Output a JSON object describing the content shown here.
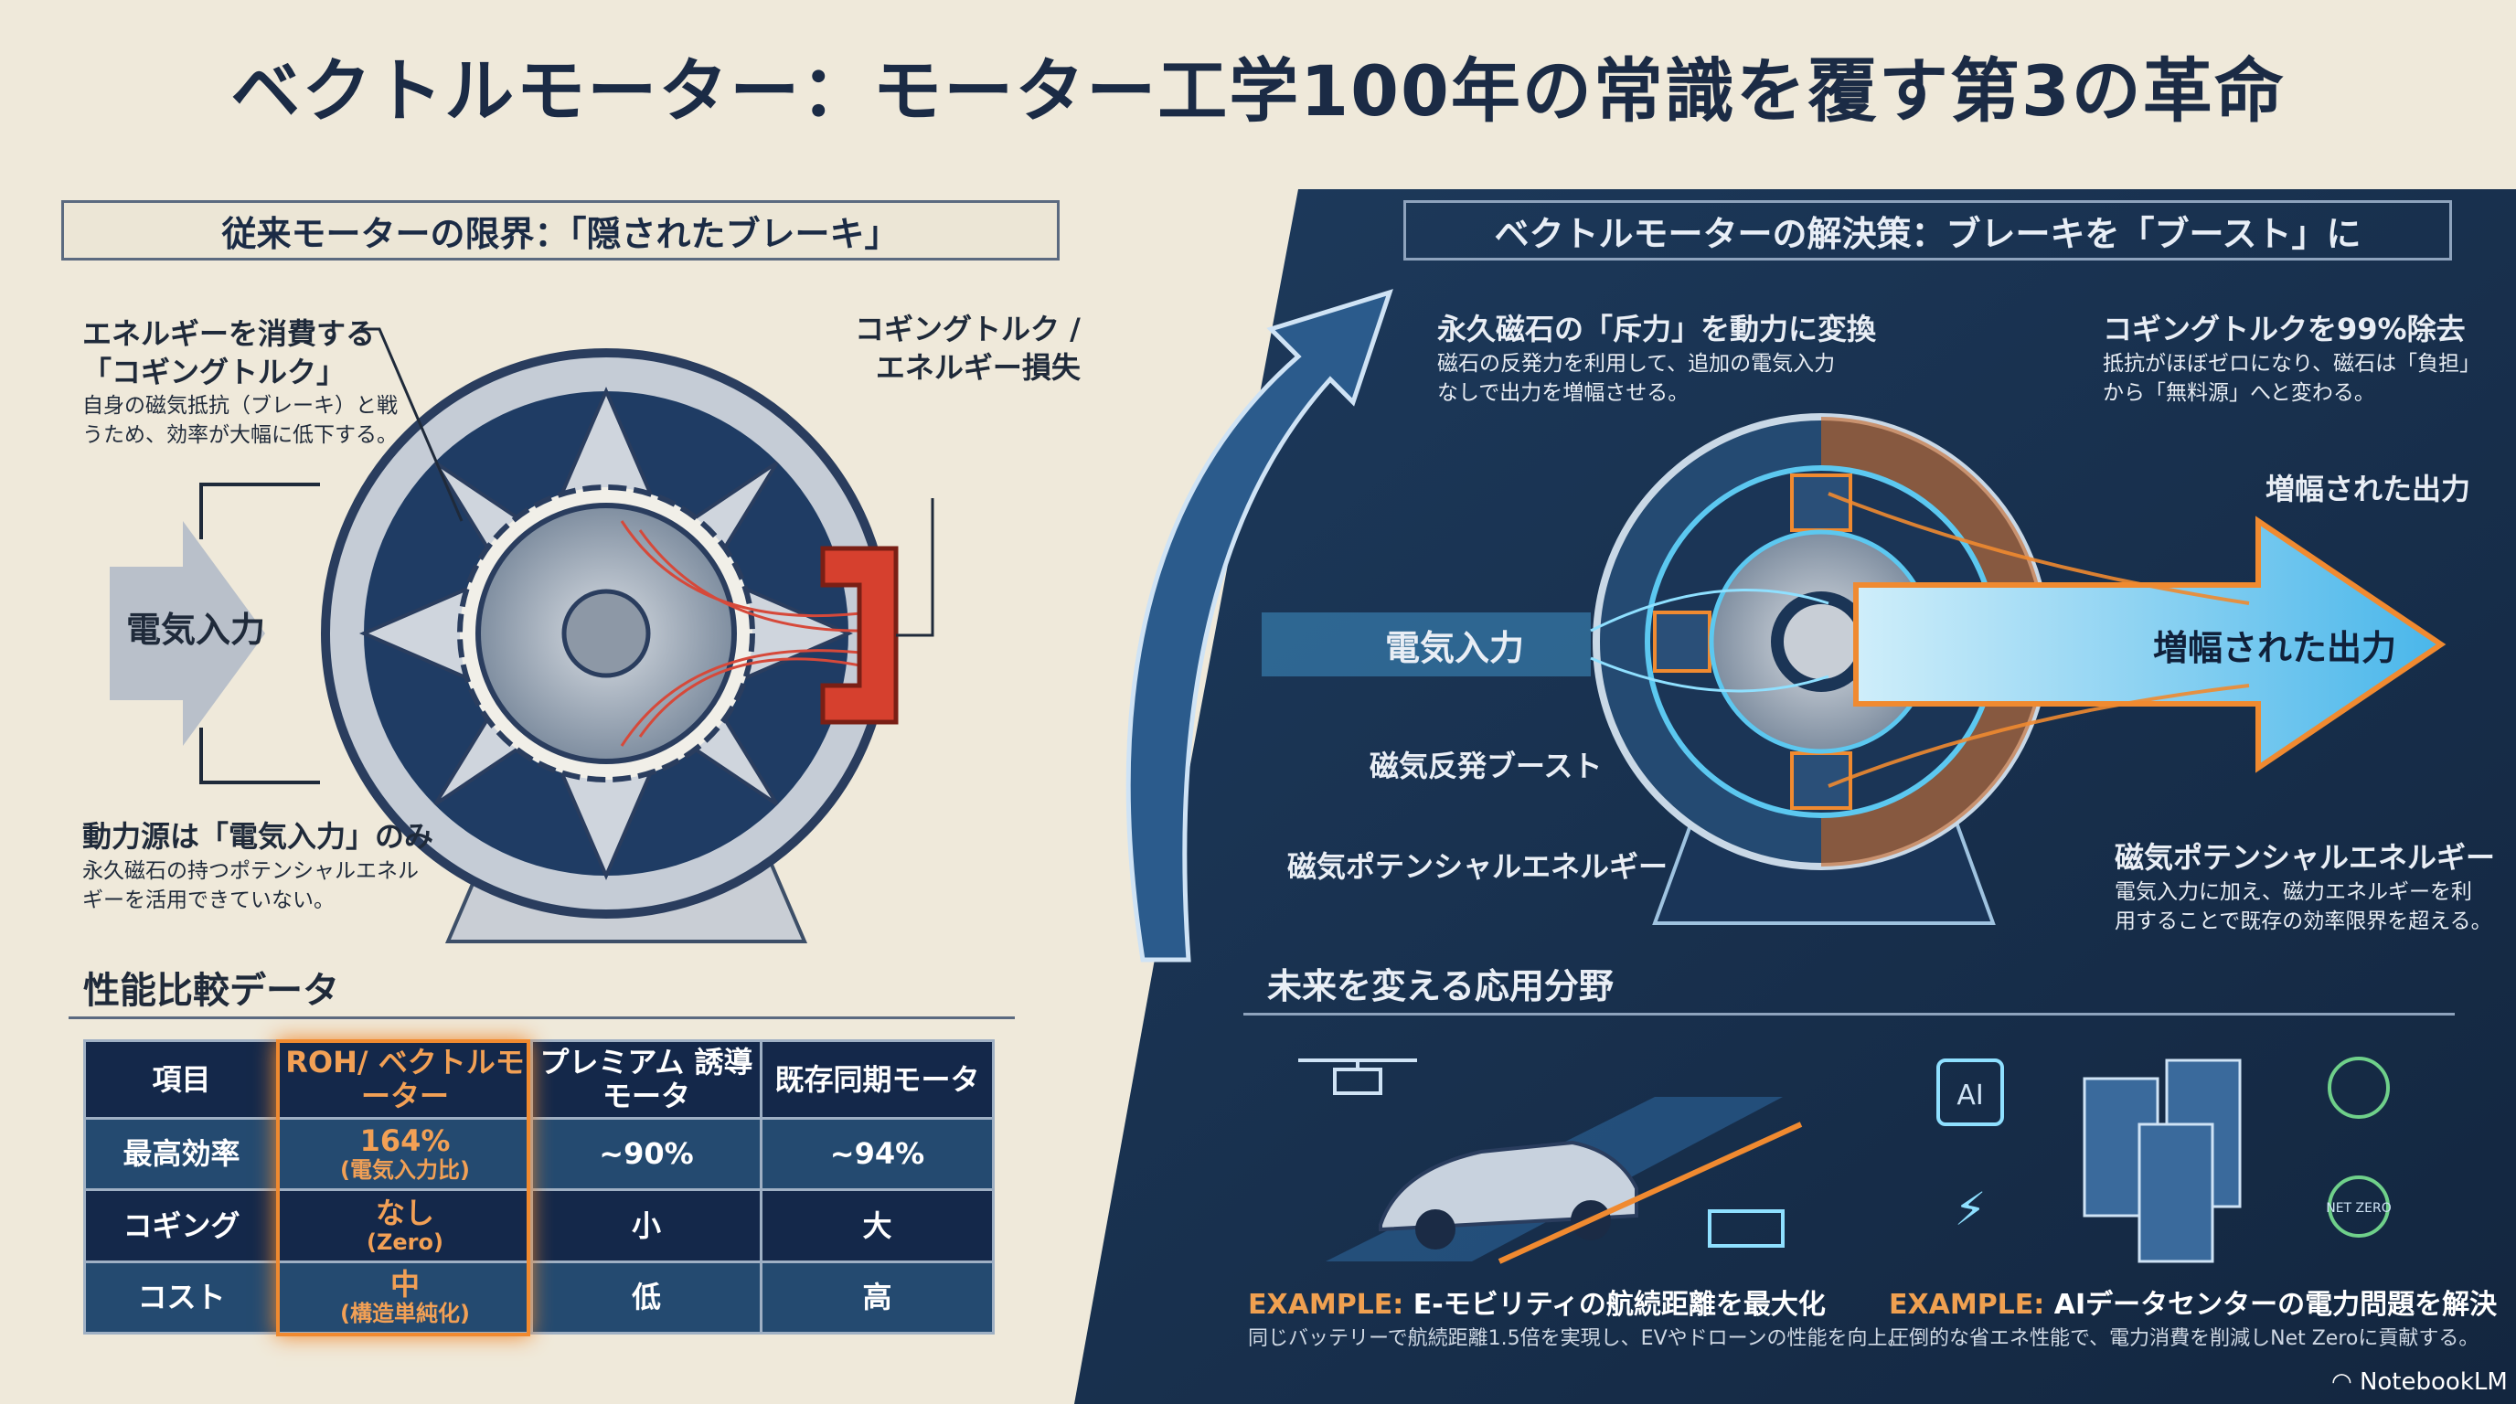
{
  "title": "ベクトルモーター：モーター工学100年の常識を覆す第3の革命",
  "left": {
    "header": "従来モーターの限界：「隠されたブレーキ」",
    "cogging_title_1": "エネルギーを消費する",
    "cogging_title_2": "「コギングトルク」",
    "cogging_desc_1": "自身の磁気抵抗（ブレーキ）と戦",
    "cogging_desc_2": "うため、効率が大幅に低下する。",
    "loss_label_1": "コギングトルク /",
    "loss_label_2": "エネルギー損失",
    "input_label": "電気入力",
    "source_title": "動力源は「電気入力」のみ",
    "source_desc_1": "永久磁石の持つポテンシャルエネル",
    "source_desc_2": "ギーを活用できていない。"
  },
  "comparison": {
    "title": "性能比較データ",
    "headers": [
      "項目",
      "ROH/ ベクトルモーター",
      "プレミアム 誘導モータ",
      "既存同期モータ"
    ],
    "rows": [
      {
        "item": "最高効率",
        "roh": "164%",
        "roh_sub": "(電気入力比)",
        "premium": "~90%",
        "existing": "~94%"
      },
      {
        "item": "コギング",
        "roh": "なし",
        "roh_sub": "(Zero)",
        "premium": "小",
        "existing": "大"
      },
      {
        "item": "コスト",
        "roh": "中",
        "roh_sub": "(構造単純化)",
        "premium": "低",
        "existing": "高"
      }
    ]
  },
  "right": {
    "header": "ベクトルモーターの解決策：ブレーキを「ブースト」に",
    "convert_title": "永久磁石の「斥力」を動力に変換",
    "convert_desc_1": "磁石の反発力を利用して、追加の電気入力",
    "convert_desc_2": "なしで出力を増幅させる。",
    "remove_title": "コギングトルクを99%除去",
    "remove_desc_1": "抵抗がほぼゼロになり、磁石は「負担」",
    "remove_desc_2": "から「無料源」へと変わる。",
    "output_label_top": "増幅された出力",
    "output_label_arrow": "増幅された出力",
    "input_label": "電気入力",
    "boost_label": "磁気反発ブースト",
    "potential_label": "磁気ポテンシャルエネルギー",
    "potential_title": "磁気ポテンシャルエネルギー",
    "potential_desc_1": "電気入力に加え、磁力エネルギーを利",
    "potential_desc_2": "用することで既存の効率限界を超える。"
  },
  "applications": {
    "title": "未来を変える応用分野",
    "examples": [
      {
        "prefix": "EXAMPLE:",
        "title": "E-モビリティの航続距離を最大化",
        "desc": "同じバッテリーで航続距離1.5倍を実現し、EVやドローンの性能を向上。"
      },
      {
        "prefix": "EXAMPLE:",
        "title": "AIデータセンターの電力問題を解決",
        "desc": "圧倒的な省エネ性能で、電力消費を削減しNet Zeroに貢献する。"
      }
    ],
    "ai_chip_label": "AI",
    "netzero_badge": "NET ZERO"
  },
  "watermark": "NotebookLM",
  "colors": {
    "navy": "#14284a",
    "orange": "#f08a30",
    "cyan": "#5cc8f0",
    "paper": "#efe9da"
  }
}
